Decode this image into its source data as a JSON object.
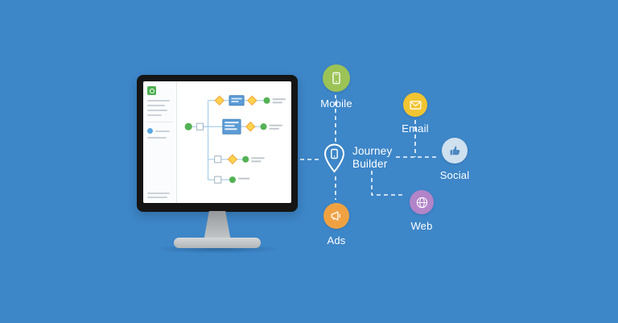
{
  "background": {
    "color": "#3d86c8"
  },
  "hub": {
    "label_line1": "Journey",
    "label_line2": "Builder"
  },
  "channels": {
    "mobile": {
      "label": "Mobile",
      "color": "#9cc356",
      "icon": "mobile-phone-icon",
      "icon_color": "#ffffff"
    },
    "email": {
      "label": "Email",
      "color": "#f1c431",
      "icon": "envelope-icon",
      "icon_color": "#ffffff"
    },
    "social": {
      "label": "Social",
      "color": "#cfe0ef",
      "icon": "thumbs-up-icon",
      "icon_color": "#4d86c0"
    },
    "web": {
      "label": "Web",
      "color": "#b284c9",
      "icon": "globe-icon",
      "icon_color": "#ffffff"
    },
    "ads": {
      "label": "Ads",
      "color": "#f0a242",
      "icon": "megaphone-icon",
      "icon_color": "#ffffff"
    }
  },
  "connector_style": {
    "color": "#ffffff"
  },
  "flow_colors": {
    "node-green": "#54b254",
    "node-blue": "#5b9bd5",
    "node-blue-dark": "#3e7cb6",
    "diamond-fill": "#ffd34d",
    "diamond-stroke": "#f2a33c",
    "square-stroke": "#9fb3bf",
    "flow-line": "#a9cfe9",
    "label-bar": "#c2c8cd"
  }
}
